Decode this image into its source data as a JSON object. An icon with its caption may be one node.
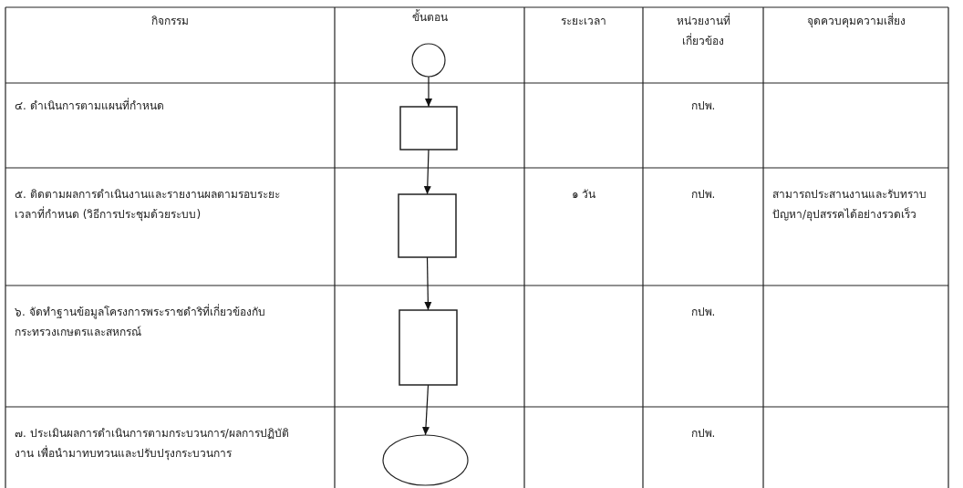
{
  "diagram": {
    "nodes": [
      {
        "text": [],
        "shape": "circle"
      },
      {
        "text": [],
        "shape": "box"
      },
      {
        "text": [],
        "shape": "box"
      },
      {
        "text": [],
        "shape": "box"
      },
      {
        "text": [],
        "shape": "ellipse"
      }
    ],
    "edges": [
      {
        "from": 0,
        "to": 1,
        "arrow": "to"
      },
      {
        "from": 1,
        "to": 2,
        "arrow": "to"
      },
      {
        "from": 2,
        "to": 3,
        "arrow": "to"
      },
      {
        "from": 3,
        "to": 4,
        "arrow": "to"
      }
    ],
    "labels": [
      "กิจกรรม",
      "ขั้นตอน",
      "ระยะเวลา",
      "หน่วยงานที่เกี่ยวข้อง",
      "จุดควบคุมความเสี่ยง",
      "๔. ดำเนินการตามแผนที่กำหนด",
      "กปพ.",
      "๕. ติดตามผลการดำเนินงานและรายงานผลตามรอบระยะเวลาที่กำหนด (วิธีการประชุมด้วยระบบ)",
      "๑ วัน",
      "กปพ.",
      "สามารถประสานงานและรับทราบปัญหา/อุปสรรคได้อย่างรวดเร็ว",
      "๖. จัดทำฐานข้อมูลโครงการพระราชดำริที่เกี่ยวข้องกับกระทรวงเกษตรและสหกรณ์",
      "กปพ.",
      "๗. ประเมินผลการดำเนินการตามกระบวนการ/ผลการปฏิบัติงาน เพื่อนำมาทบทวนและปรับปรุงกระบวนการ",
      "กปพ."
    ]
  }
}
